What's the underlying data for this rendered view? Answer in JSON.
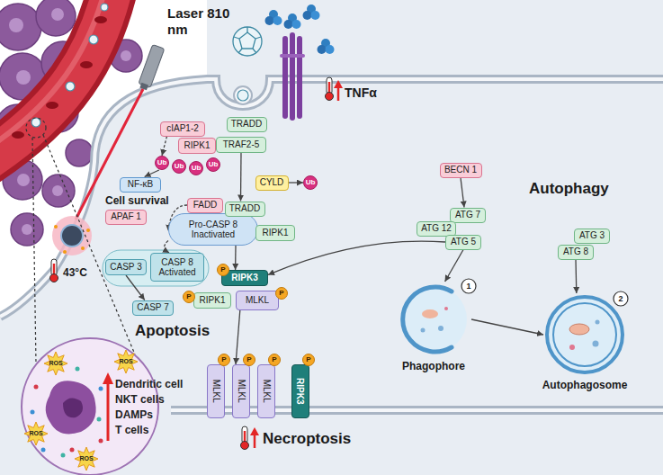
{
  "diagram": {
    "nodes": [
      {
        "text": [
          "cIAP1-2"
        ]
      },
      {
        "text": [
          "TRADD"
        ]
      },
      {
        "text": [
          "RIPK1"
        ]
      },
      {
        "text": [
          "TRAF2-5"
        ]
      },
      {
        "text": [
          "Ub"
        ]
      },
      {
        "text": [
          "Ub"
        ]
      },
      {
        "text": [
          "Ub"
        ]
      },
      {
        "text": [
          "Ub"
        ]
      },
      {
        "text": [
          "NF-κB"
        ]
      },
      {
        "text": [
          "CYLD"
        ]
      },
      {
        "text": [
          "Ub"
        ]
      },
      {
        "text": [
          "Pro-CASP 8 Inactivated"
        ]
      },
      {
        "text": [
          "FADD"
        ]
      },
      {
        "text": [
          "TRADD"
        ]
      },
      {
        "text": [
          "RIPK1"
        ]
      },
      {
        "text": [
          "APAF 1"
        ]
      },
      {
        "text": [
          "CASP 3"
        ]
      },
      {
        "text": [
          "CASP 8 Activated"
        ]
      },
      {
        "text": [
          "CASP 7"
        ]
      },
      {
        "text": [
          "RIPK3"
        ]
      },
      {
        "text": [
          "RIPK1"
        ]
      },
      {
        "text": [
          "MLKL"
        ]
      },
      {
        "text": [
          "P"
        ]
      },
      {
        "text": [
          "P"
        ]
      },
      {
        "text": [
          "P"
        ]
      },
      {
        "text": [
          "MLKL"
        ]
      },
      {
        "text": [
          "MLKL"
        ]
      },
      {
        "text": [
          "MLKL"
        ]
      },
      {
        "text": [
          "RIPK3"
        ]
      },
      {
        "text": [
          "P"
        ]
      },
      {
        "text": [
          "P"
        ]
      },
      {
        "text": [
          "P"
        ]
      },
      {
        "text": [
          "P"
        ]
      },
      {
        "text": [
          "BECN 1"
        ]
      },
      {
        "text": [
          "ATG 7"
        ]
      },
      {
        "text": [
          "ATG 12"
        ]
      },
      {
        "text": [
          "ATG 5"
        ]
      },
      {
        "text": [
          "ATG 3"
        ]
      },
      {
        "text": [
          "ATG 8"
        ]
      },
      {
        "text": [
          "Phagophore"
        ]
      },
      {
        "text": [
          "Autophagosome"
        ]
      }
    ],
    "edges": [
      {
        "from": 0,
        "to": 4,
        "arrow": "to"
      },
      {
        "from": 4,
        "to": 8,
        "arrow": "to"
      },
      {
        "from": 9,
        "to": 10,
        "arrow": "to"
      },
      {
        "from": 3,
        "to": 13,
        "arrow": "to"
      },
      {
        "from": 12,
        "to": 11,
        "arrow": "to"
      },
      {
        "from": 11,
        "to": 17,
        "arrow": "to"
      },
      {
        "from": 16,
        "to": 18,
        "arrow": "to"
      },
      {
        "from": 11,
        "to": 19,
        "arrow": "to"
      },
      {
        "from": 36,
        "to": 19,
        "arrow": "to"
      },
      {
        "from": 21,
        "to": 26,
        "arrow": "to"
      },
      {
        "from": 33,
        "to": 34,
        "arrow": "to"
      },
      {
        "from": 36,
        "to": 39,
        "arrow": "to"
      },
      {
        "from": 38,
        "to": 40,
        "arrow": "to"
      },
      {
        "from": 39,
        "to": 40,
        "arrow": "to"
      }
    ],
    "labels": [
      "Laser 810 nm",
      "43°C",
      "TNFα",
      "Cell survival",
      "Apoptosis",
      "Necroptosis",
      "Autophagy",
      "1",
      "2",
      "ROS",
      "ROS",
      "ROS",
      "ROS",
      "Dendritic cell",
      "NKT cells",
      "DAMPs",
      "T cells"
    ]
  }
}
